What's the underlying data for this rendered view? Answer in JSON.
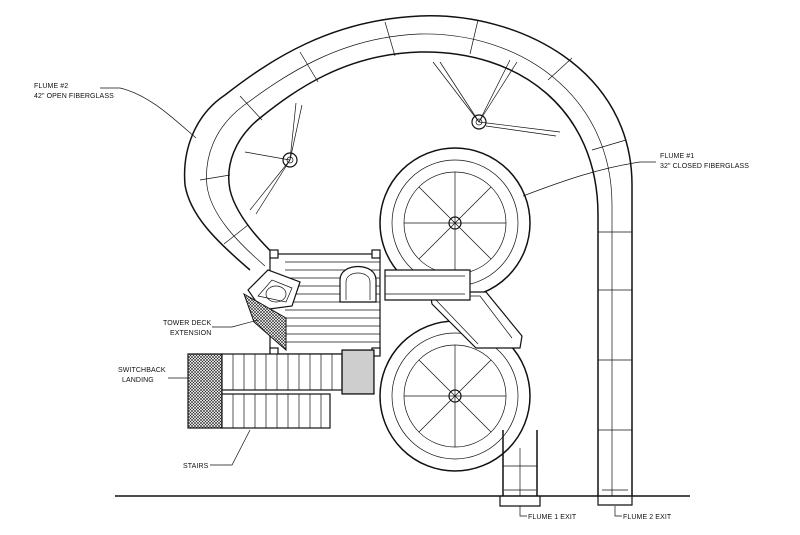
{
  "drawing": {
    "labels": {
      "flume2_line1": "FLUME #2",
      "flume2_line2": "42\" OPEN FIBERGLASS",
      "flume1_line1": "FLUME #1",
      "flume1_line2": "32\" CLOSED FIBERGLASS",
      "tower_deck_line1": "TOWER DECK",
      "tower_deck_line2": "EXTENSION",
      "switchback_line1": "SWITCHBACK",
      "switchback_line2": "LANDING",
      "stairs": "STAIRS",
      "flume1_exit": "FLUME 1 EXIT",
      "flume2_exit": "FLUME 2 EXIT"
    },
    "colors": {
      "ink": "#111111",
      "paper": "#ffffff",
      "hatch": "#222222"
    }
  }
}
